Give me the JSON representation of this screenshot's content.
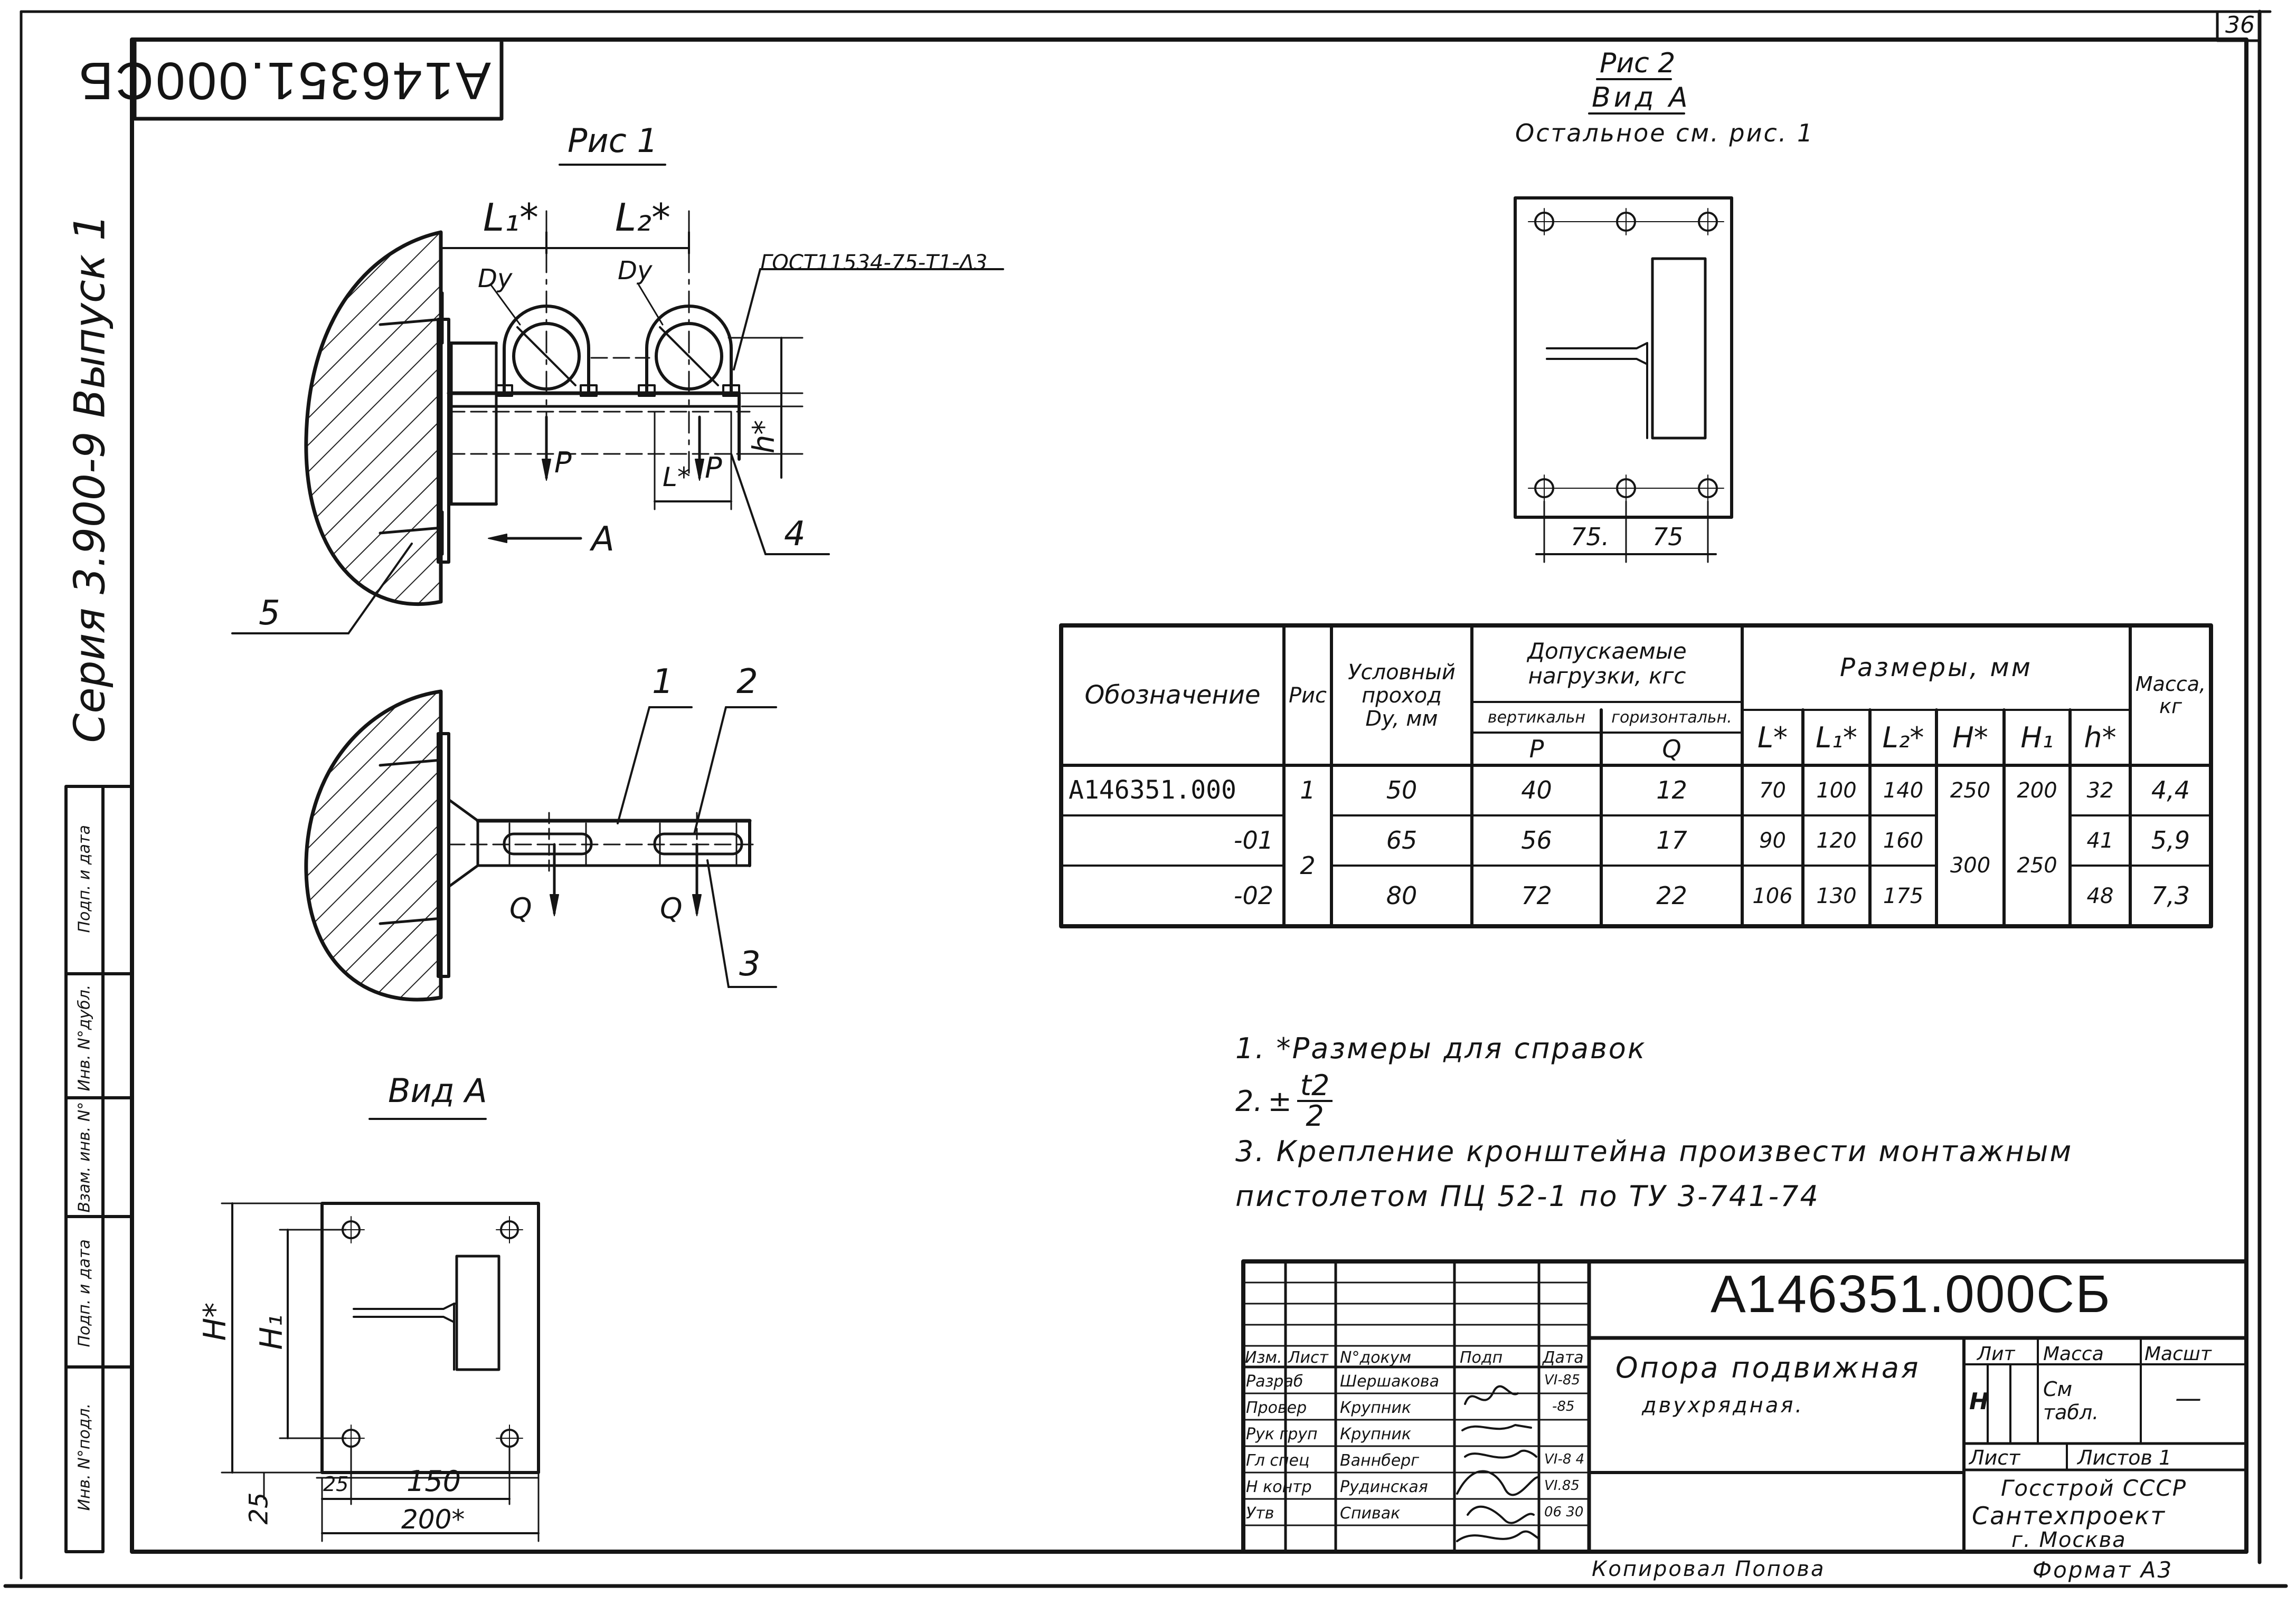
{
  "sheet": {
    "page_number": "36",
    "mirrored_code": "А146351.000СБ",
    "side_series": "Серия 3.900-9   Выпуск 1",
    "side_fields": [
      "Инв. N°подл.",
      "Подп. и дата",
      "Взам. инв. N°",
      "Инв. N°дубл.",
      "Подп. и дата"
    ]
  },
  "fig1": {
    "title": "Рис 1",
    "l1": "L₁*",
    "l2": "L₂*",
    "dy1": "Dy",
    "dy2": "Dy",
    "gost": "ГОСТ11534-75-Т1-Δ3",
    "h": "h*",
    "l": "L*",
    "p1": "P",
    "p2": "P",
    "arrow_label": "A",
    "callout_4": "4",
    "callout_5": "5"
  },
  "plan": {
    "callout_1": "1",
    "callout_2": "2",
    "callout_3": "3",
    "q1": "Q",
    "q2": "Q"
  },
  "view_a_left": {
    "title": "Вид A",
    "H": "H*",
    "H1": "H₁",
    "dim_25_bottom": "25",
    "dim_25": "25",
    "dim_150": "150",
    "dim_200": "200*"
  },
  "fig2": {
    "title": "Рис 2",
    "subtitle": "Вид А",
    "note": "Остальное см. рис. 1",
    "dim_left": "75.",
    "dim_right": "75"
  },
  "table": {
    "headers": {
      "designation": "Обозначение",
      "fig": "Рис",
      "nominal_1": "Условный",
      "nominal_2": "проход",
      "nominal_3": "Dy, мм",
      "loads_1": "Допускаемые",
      "loads_2": "нагрузки, кгс",
      "vertical": "вертикальн",
      "horizontal": "горизонтальн.",
      "p": "P",
      "q": "Q",
      "dims": "Размеры, мм",
      "l": "L*",
      "l1": "L₁*",
      "l2": "L₂*",
      "H": "H*",
      "H1": "H₁",
      "h": "h*",
      "mass_1": "Масса,",
      "mass_2": "кг"
    },
    "rows": [
      {
        "designation": "А146351.000",
        "fig": "1",
        "dy": "50",
        "p": "40",
        "q": "12",
        "l": "70",
        "l1": "100",
        "l2": "140",
        "H": "250",
        "H1": "200",
        "h": "32",
        "mass": "4,4"
      },
      {
        "designation": "-01",
        "fig": "2",
        "dy": "65",
        "p": "56",
        "q": "17",
        "l": "90",
        "l1": "120",
        "l2": "160",
        "H": "300",
        "H1": "250",
        "h": "41",
        "mass": "5,9"
      },
      {
        "designation": "-02",
        "fig": "",
        "dy": "80",
        "p": "72",
        "q": "22",
        "l": "106",
        "l1": "130",
        "l2": "175",
        "H": "",
        "H1": "",
        "h": "48",
        "mass": "7,3"
      }
    ]
  },
  "notes": {
    "n1": "1. *Размеры для справок",
    "n2_prefix": "2.",
    "n2_pm": "±",
    "n2_num": "t2",
    "n2_den": "2",
    "n3_line1": "3. Крепление кронштейна произвести монтажным",
    "n3_line2": "пистолетом ПЦ 52-1 по ТУ 3-741-74"
  },
  "title_block": {
    "code": "А146351.000СБ",
    "name_line1": "Опора подвижная",
    "name_line2": "двухрядная.",
    "lit": "Лит",
    "mass": "Масса",
    "scale": "Масшт",
    "lit_value": "Н",
    "mass_value": "См табл.",
    "scale_value": "—",
    "sheet": "Лист",
    "sheets": "Листов 1",
    "org_1": "Госстрой СССР",
    "org_2": "Сантехпроект",
    "org_3": "г. Москва",
    "copied": "Копировал Попова",
    "format": "Формат А3",
    "col_izm": "Изм.",
    "col_list": "Лист",
    "col_doc": "N°докум",
    "col_sign": "Подп",
    "col_date": "Дата",
    "roles": [
      {
        "role": "Разраб",
        "name": "Шершакова",
        "date": "VI-85"
      },
      {
        "role": "Провер",
        "name": "Крупник",
        "date": "-85"
      },
      {
        "role": "Рук груп",
        "name": "Крупник",
        "date": ""
      },
      {
        "role": "Гл спец",
        "name": "Ваннберг",
        "date": "VI-8 4"
      },
      {
        "role": "Н контр",
        "name": "Рудинская",
        "date": "VI.85"
      },
      {
        "role": "Утв",
        "name": "Спивак",
        "date": "06 30"
      }
    ]
  }
}
